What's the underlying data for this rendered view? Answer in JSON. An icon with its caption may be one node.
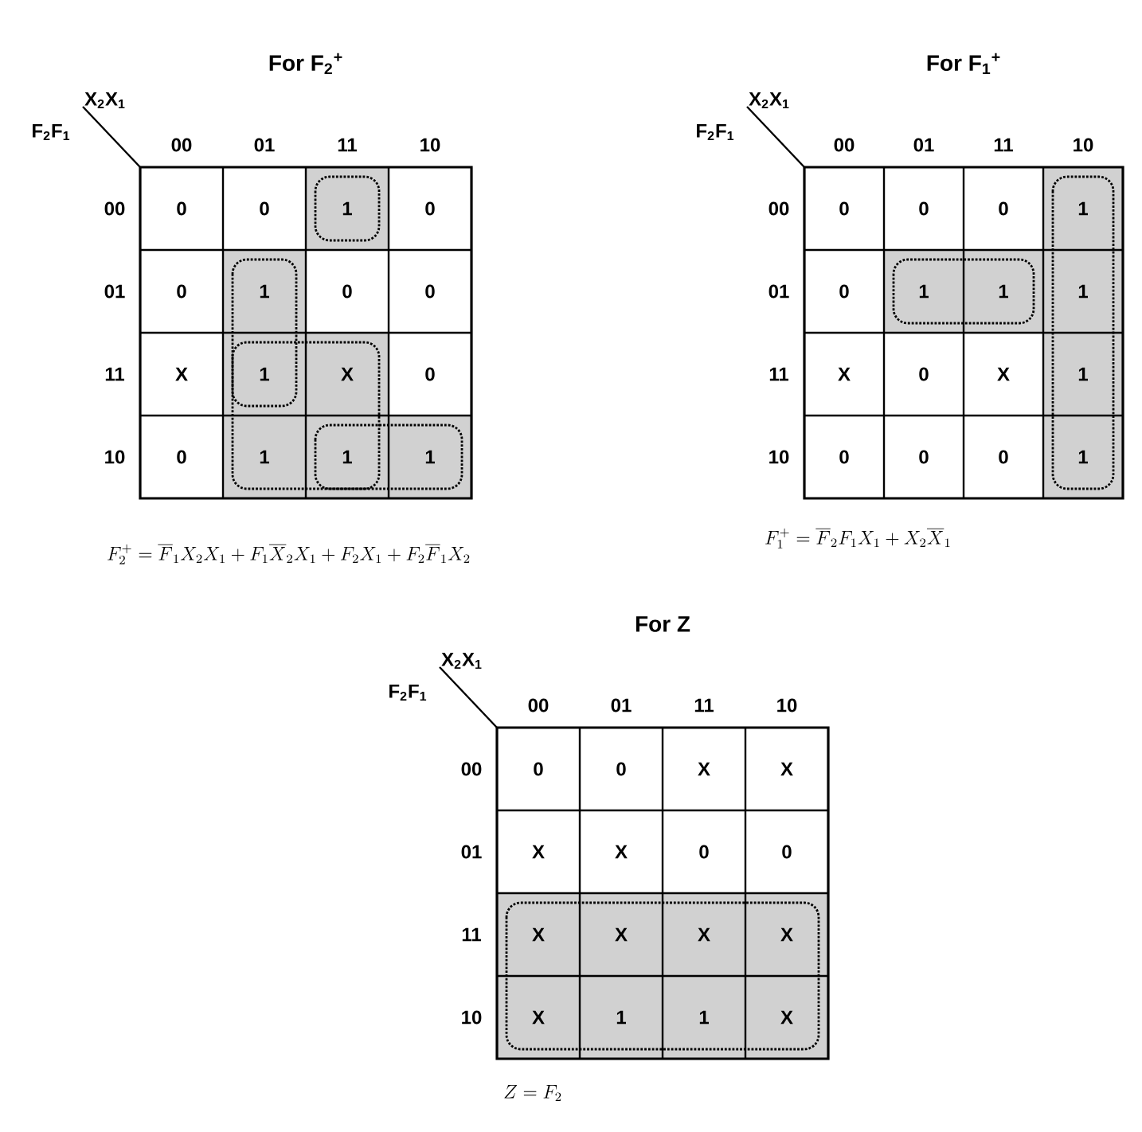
{
  "diagram": {
    "labels": [
      "For F$_{2}$$^{+}$",
      "X$_{2}$X$_{1}$",
      "F$_{2}$F$_{1}$",
      "00",
      "01",
      "11",
      "10",
      "00",
      "0",
      "0",
      "1",
      "0",
      "01",
      "0",
      "1",
      "0",
      "0",
      "11",
      "X",
      "1",
      "X",
      "0",
      "10",
      "0",
      "1",
      "1",
      "1",
      "F_2^+ = \\overline{F}_1X_2X_1 + F_1\\overline{X}_2X_1 + F_2X_1 + F_2\\overline{F}_1X_2",
      "For F$_{1}$$^{+}$",
      "X$_{2}$X$_{1}$",
      "F$_{2}$F$_{1}$",
      "00",
      "01",
      "11",
      "10",
      "00",
      "0",
      "0",
      "0",
      "1",
      "01",
      "0",
      "1",
      "1",
      "1",
      "11",
      "X",
      "0",
      "X",
      "1",
      "10",
      "0",
      "0",
      "0",
      "1",
      "F_1^+ = \\overline{F}_2F_1X_1 + X_2\\overline{X}_1",
      "For Z",
      "X$_{2}$X$_{1}$",
      "F$_{2}$F$_{1}$",
      "00",
      "01",
      "11",
      "10",
      "00",
      "0",
      "0",
      "X",
      "X",
      "01",
      "X",
      "X",
      "0",
      "0",
      "11",
      "X",
      "X",
      "X",
      "X",
      "10",
      "X",
      "1",
      "1",
      "X",
      "Z = F_2"
    ]
  }
}
